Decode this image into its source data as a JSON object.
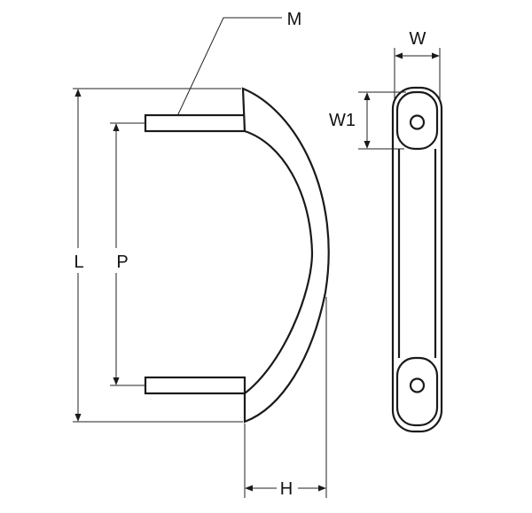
{
  "diagram": {
    "dimension_labels": {
      "M": "M",
      "W": "W",
      "W1": "W1",
      "L": "L",
      "P": "P",
      "H": "H"
    },
    "colors": {
      "line": "#1a1a1a",
      "background": "#ffffff"
    }
  }
}
